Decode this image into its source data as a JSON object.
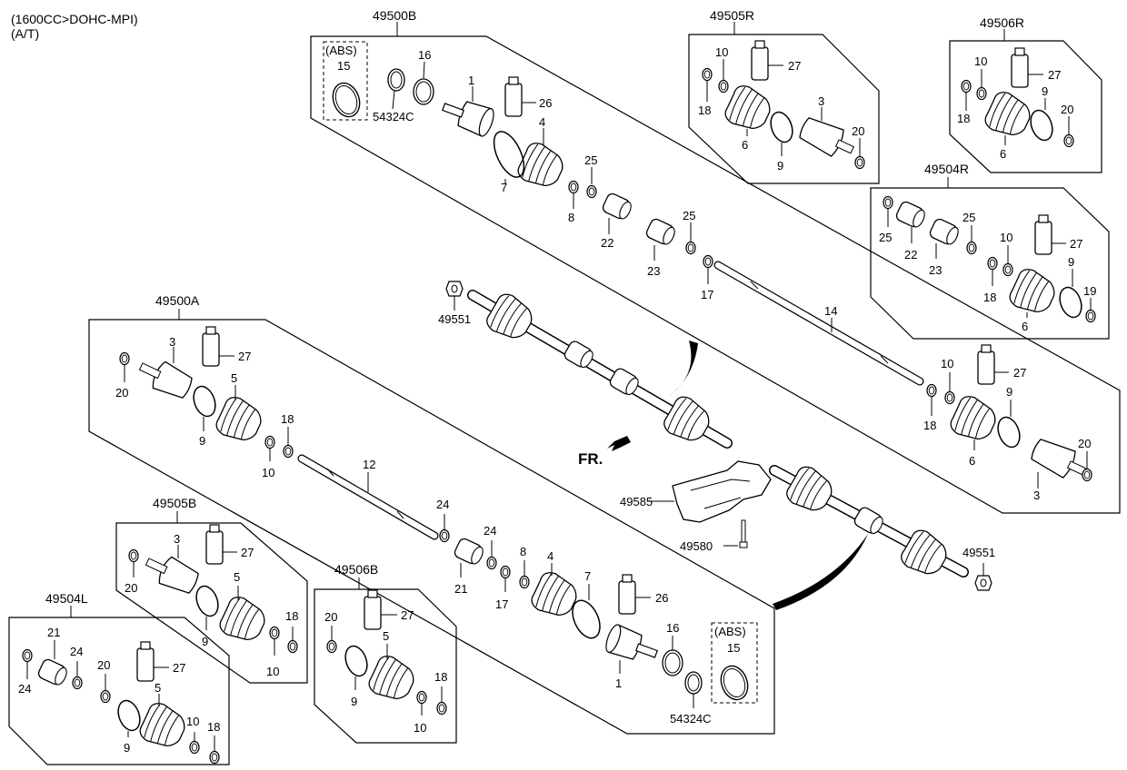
{
  "header": {
    "engine": "(1600CC>DOHC-MPI)",
    "transmission": "(A/T)"
  },
  "groups": {
    "g49500B": "49500B",
    "g49505R": "49505R",
    "g49506R": "49506R",
    "g49504R": "49504R",
    "g49500A": "49500A",
    "g49505B": "49505B",
    "g49506B": "49506B",
    "g49504L": "49504L"
  },
  "abs_label": "(ABS)",
  "front_label": "FR.",
  "parts": {
    "p1": "1",
    "p3": "3",
    "p4": "4",
    "p5": "5",
    "p6": "6",
    "p7": "7",
    "p8": "8",
    "p9": "9",
    "p10": "10",
    "p12": "12",
    "p14": "14",
    "p15": "15",
    "p16": "16",
    "p17": "17",
    "p18": "18",
    "p19": "19",
    "p20": "20",
    "p21": "21",
    "p22": "22",
    "p23": "23",
    "p24": "24",
    "p25": "25",
    "p26": "26",
    "p27": "27",
    "p49551": "49551",
    "p49585": "49585",
    "p49580": "49580",
    "p54324C": "54324C"
  },
  "colors": {
    "line": "#000000",
    "part_fill": "#ffffff",
    "shade": "#d8d8d8"
  }
}
